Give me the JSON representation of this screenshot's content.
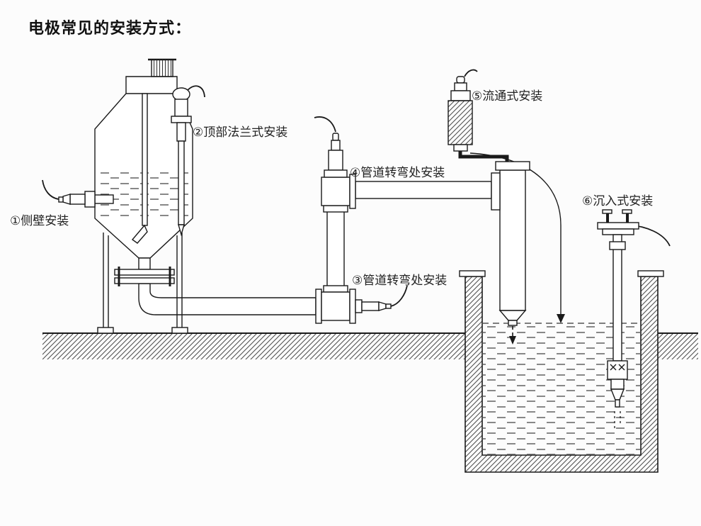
{
  "title": "电极常见的安装方式：",
  "labels": {
    "side_wall": "①侧壁安装",
    "top_flange": "②顶部法兰式安装",
    "pipe_bend_lower": "③管道转弯处安装",
    "pipe_bend_upper": "④管道转弯处安装",
    "flow_through": "⑤流通式安装",
    "submersion": "⑥沉入式安装"
  },
  "colors": {
    "ink": "#1a1a1a",
    "background": "#fcfcfc"
  }
}
